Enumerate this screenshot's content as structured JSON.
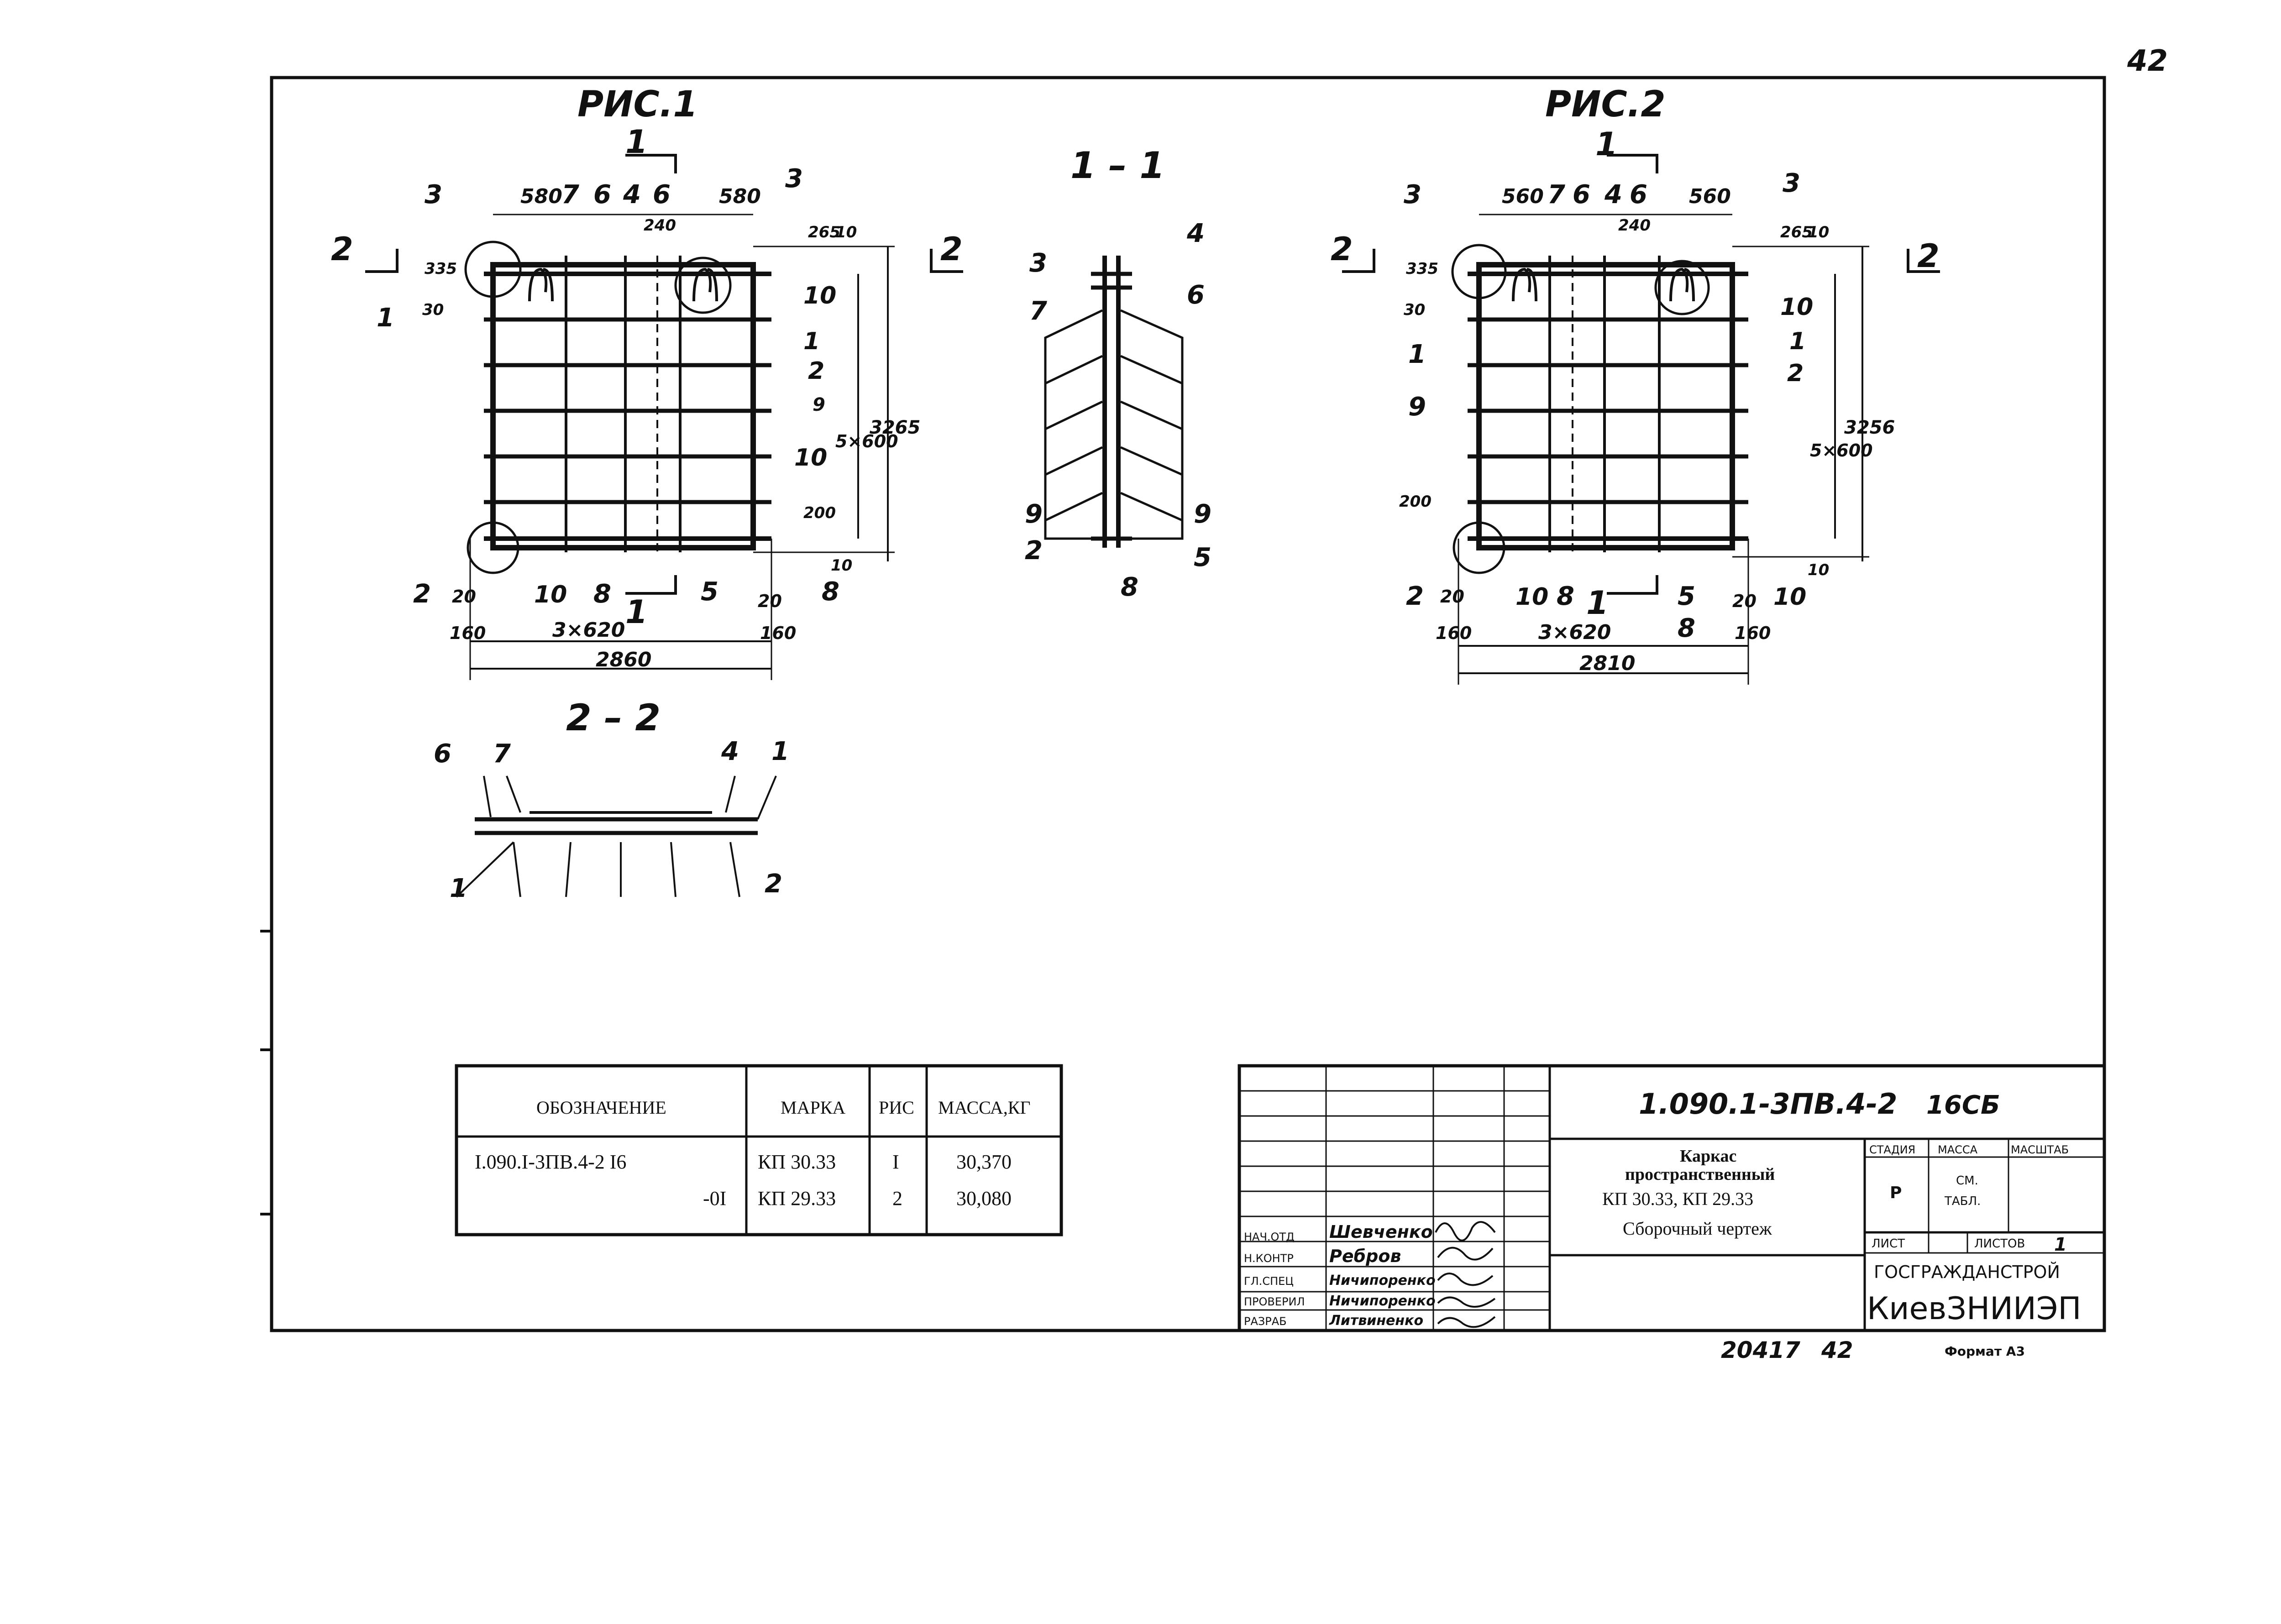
{
  "sheet": {
    "page_number": "42",
    "format": "Формат А3",
    "archive_code": "20417",
    "archive_page": "42"
  },
  "fig1": {
    "title": "РИС.1",
    "dims": {
      "d580a": "580",
      "d580b": "580",
      "d240": "240",
      "d265": "265",
      "d10a": "10",
      "d30": "30",
      "d335": "335",
      "d5x600": "5×600",
      "d3265": "3265",
      "d200": "200",
      "d10b": "10",
      "d20a": "20",
      "d20b": "20",
      "d160a": "160",
      "d160b": "160",
      "d3x620": "3×620",
      "d2860": "2860"
    }
  },
  "fig2": {
    "title": "РИС.2",
    "dims": {
      "d560a": "560",
      "d560b": "560",
      "d240": "240",
      "d265": "265",
      "d10a": "10",
      "d30": "30",
      "d335": "335",
      "d5x600": "5×600",
      "d3256": "3256",
      "d200": "200",
      "d10b": "10",
      "d20a": "20",
      "d20b": "20",
      "d160a": "160",
      "d160b": "160",
      "d3x620": "3×620",
      "d2810": "2810"
    }
  },
  "sections": {
    "s11": "1 – 1",
    "s22": "2 – 2",
    "cut1": "1",
    "cut2": "2"
  },
  "callouts": {
    "c1": "1",
    "c2": "2",
    "c3": "3",
    "c4": "4",
    "c5": "5",
    "c6": "6",
    "c7": "7",
    "c8": "8",
    "c9": "9",
    "c10": "10"
  },
  "spec_table": {
    "headers": [
      "ОБОЗНАЧЕНИЕ",
      "МАРКА",
      "РИС",
      "МАССА,КГ"
    ],
    "rows": [
      [
        "I.090.I-3ПВ.4-2 I6",
        "КП 30.33",
        "I",
        "30,370"
      ],
      [
        "-0I",
        "КП 29.33",
        "2",
        "30,080"
      ]
    ]
  },
  "title_block": {
    "code": "1.090.1-3ПВ.4-2",
    "sheet_mark": "16СБ",
    "name_lines": [
      "Каркас",
      "пространственный",
      "КП 30.33, КП 29.33",
      "Сборочный чертеж"
    ],
    "stage_label": "СТАДИЯ",
    "mass_label": "МАССА",
    "scale_label": "МАСШТАБ",
    "stage": "Р",
    "mass_line1": "СМ.",
    "mass_line2": "ТАБЛ.",
    "sheet_label": "ЛИСТ",
    "sheets_label": "ЛИСТОВ",
    "sheets": "1",
    "org_line1": "ГОСГРАЖДАНСТРОЙ",
    "org_line2": "КиевЗНИИЭП",
    "signatures": [
      {
        "role": "НАЧ.ОТД",
        "name": "Шевченко"
      },
      {
        "role": "Н.КОНТР",
        "name": "Ребров"
      },
      {
        "role": "ГЛ.СПЕЦ",
        "name": "Ничипоренко"
      },
      {
        "role": "ПРОВЕРИЛ",
        "name": "Ничипоренко"
      },
      {
        "role": "РАЗРАБ",
        "name": "Литвиненко"
      }
    ]
  }
}
